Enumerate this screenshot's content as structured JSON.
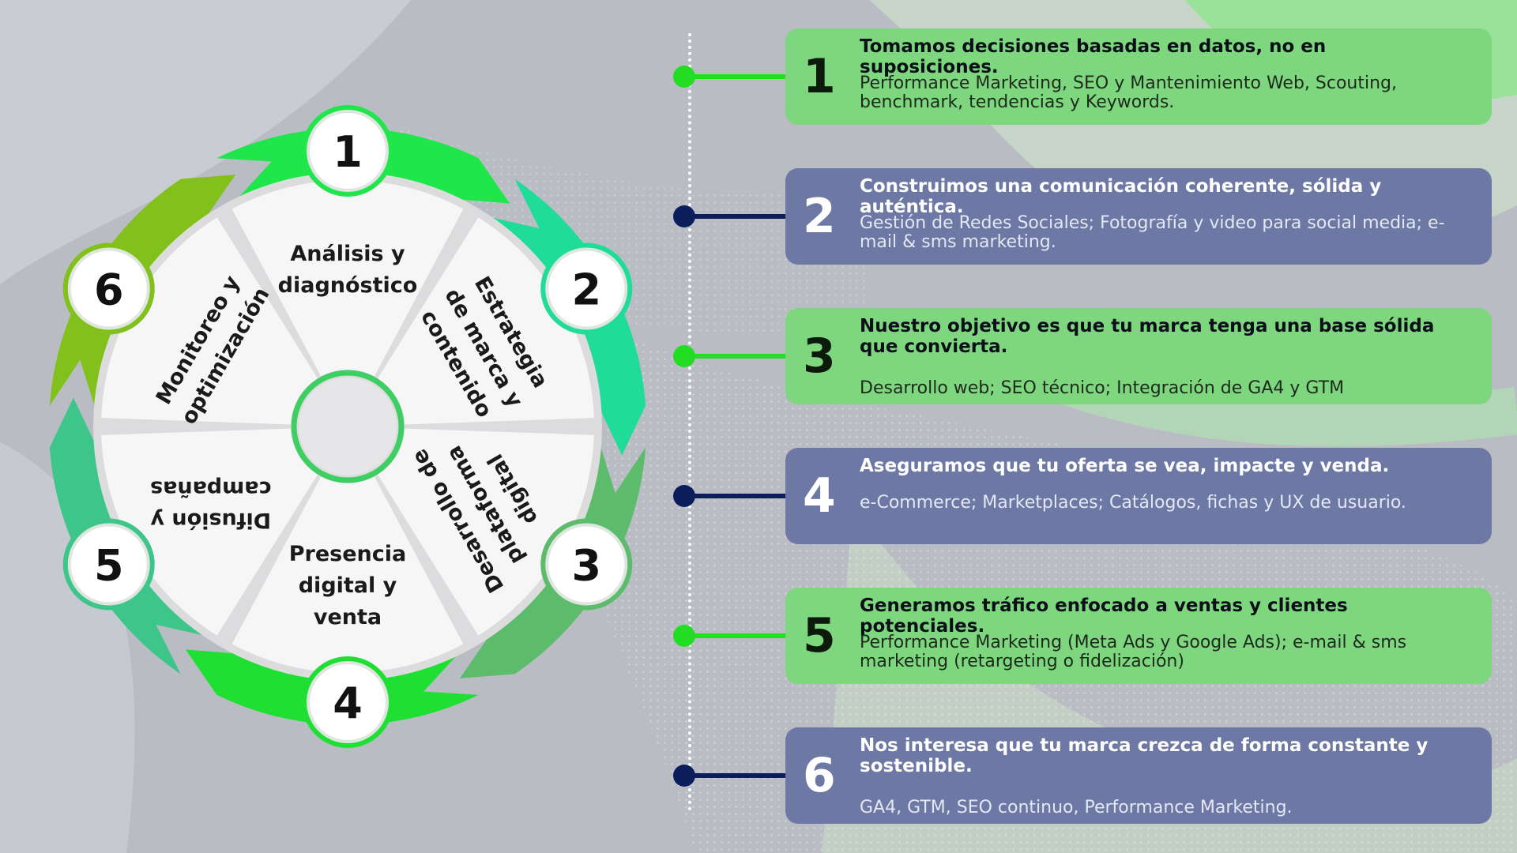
{
  "cycle": {
    "segments": [
      {
        "number": "1",
        "label": "Análisis y diagnóstico"
      },
      {
        "number": "2",
        "label": "Estrategia de marca y contenido"
      },
      {
        "number": "3",
        "label": "Desarrollo de plataforma digital"
      },
      {
        "number": "4",
        "label": "Presencia digital y venta"
      },
      {
        "number": "5",
        "label": "Difusión y campañas"
      },
      {
        "number": "6",
        "label": "Monitoreo y optimización"
      }
    ]
  },
  "steps": [
    {
      "number": "1",
      "style": "green",
      "title": "Tomamos decisiones basadas en datos, no en suposiciones.",
      "description": "Performance Marketing, SEO y Mantenimiento Web, Scouting, benchmark, tendencias y Keywords."
    },
    {
      "number": "2",
      "style": "blue",
      "title": "Construimos una comunicación coherente, sólida y auténtica.",
      "description": "Gestión de Redes Sociales; Fotografía y video para social media; e-mail & sms marketing."
    },
    {
      "number": "3",
      "style": "green",
      "title": "Nuestro objetivo es que tu marca tenga una base sólida que convierta.",
      "description": "Desarrollo web; SEO técnico; Integración de GA4 y GTM"
    },
    {
      "number": "4",
      "style": "blue",
      "title": "Aseguramos que tu oferta se vea, impacte y venda.",
      "description": "e-Commerce; Marketplaces; Catálogos, fichas y UX de usuario."
    },
    {
      "number": "5",
      "style": "green",
      "title": "Generamos tráfico enfocado a ventas y clientes potenciales.",
      "description": "Performance Marketing (Meta Ads y Google Ads); e-mail & sms marketing (retargeting o fidelización)"
    },
    {
      "number": "6",
      "style": "blue",
      "title": "Nos interesa que tu marca crezca de forma constante y sostenible.",
      "description": "GA4, GTM, SEO continuo, Performance Marketing."
    }
  ],
  "colors": {
    "segment_colors": [
      "#1fe64a",
      "#1fdc98",
      "#5dbb6c",
      "#1fe032",
      "#3ec589",
      "#82c01c"
    ],
    "card_green": "#7ed77e",
    "card_blue": "#6d78a4",
    "connector_green": "#22dd22",
    "connector_blue": "#0c1d5c"
  }
}
